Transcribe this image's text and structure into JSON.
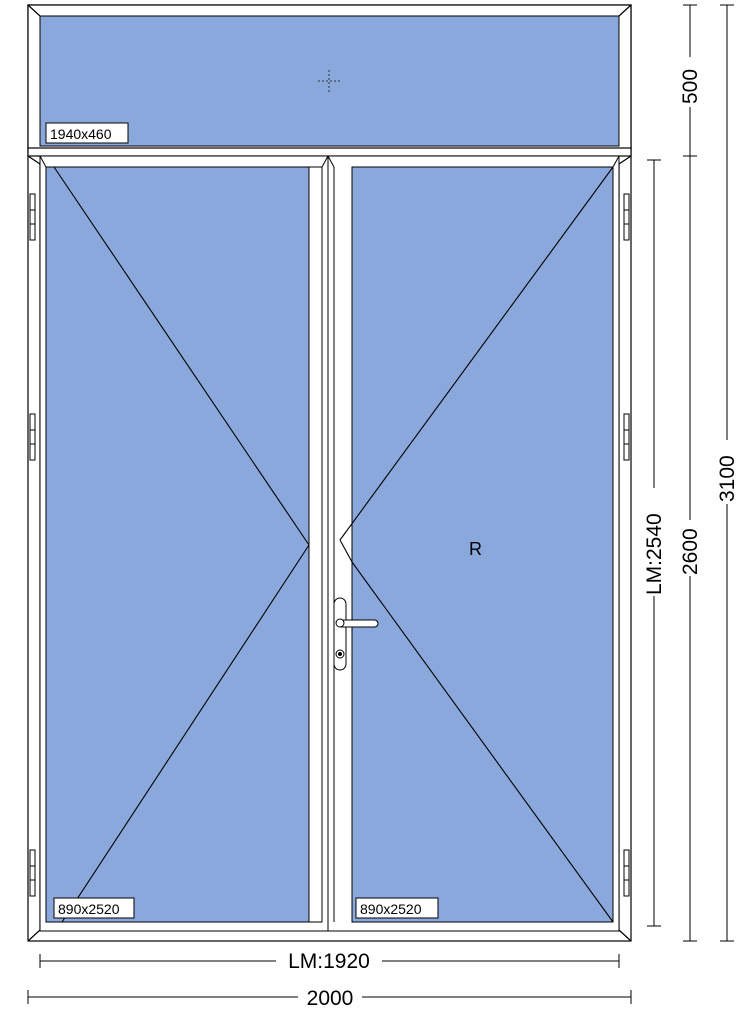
{
  "colors": {
    "glass": "#8ba8dc",
    "frame": "#ffffff",
    "line": "#000000"
  },
  "transom": {
    "size_label": "1940x460"
  },
  "left_sash": {
    "size_label": "890x2520"
  },
  "right_sash": {
    "size_label": "890x2520",
    "opening_label": "R"
  },
  "dimensions": {
    "transom_height": "500",
    "door_height": "2600",
    "total_height": "3100",
    "light_height": "LM:2540",
    "light_width": "LM:1920",
    "total_width": "2000"
  }
}
